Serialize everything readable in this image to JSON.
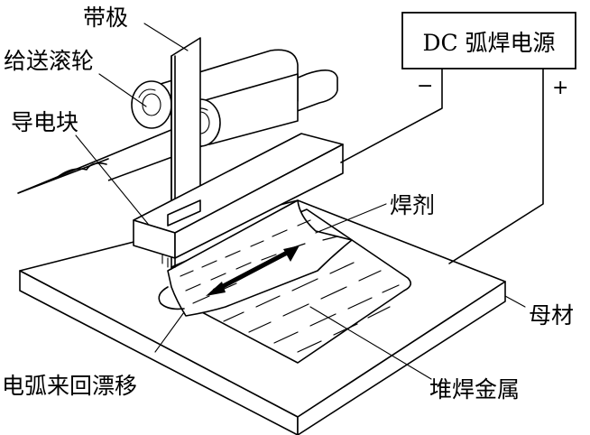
{
  "labels": {
    "strip_electrode": "带极",
    "feed_rollers": "给送滚轮",
    "contact_block": "导电块",
    "power_source": "DC 弧焊电源",
    "negative": "−",
    "positive": "+",
    "flux": "焊剂",
    "base_metal": "母材",
    "arc_oscillation": "电弧来回漂移",
    "deposited_metal": "堆焊金属"
  }
}
